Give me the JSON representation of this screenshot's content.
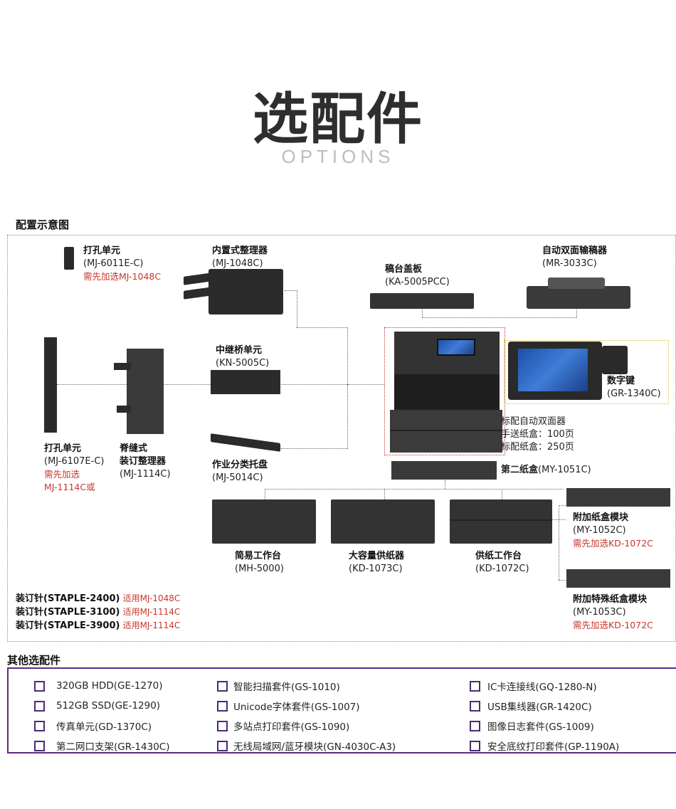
{
  "header": {
    "title": "选配件",
    "subtitle": "OPTIONS"
  },
  "diagram": {
    "section_title": "配置示意图",
    "items": [
      {
        "name": "打孔单元",
        "code": "(MJ-6011E-C)",
        "note": "需先加选MJ-1048C"
      },
      {
        "name": "内置式整理器",
        "code": "(MJ-1048C)"
      },
      {
        "name": "稿台盖板",
        "code": "(KA-5005PCC)"
      },
      {
        "name": "自动双面输稿器",
        "code": "(MR-3033C)"
      },
      {
        "name": "中继桥单元",
        "code": "(KN-5005C)"
      },
      {
        "name": "数字键",
        "code": "(GR-1340C)"
      },
      {
        "name": "作业分类托盘",
        "code": "(MJ-5014C)"
      },
      {
        "name": "打孔单元",
        "code": "(MJ-6107E-C)",
        "note": "需先加选",
        "note2": "MJ-1114C或"
      },
      {
        "name": "脊缝式",
        "name2": "装订整理器",
        "code": "(MJ-1114C)"
      },
      {
        "name": "第二纸盒",
        "code": "(MY-1051C)"
      },
      {
        "name": "简易工作台",
        "code": "(MH-5000)"
      },
      {
        "name": "大容量供纸器",
        "code": "(KD-1073C)"
      },
      {
        "name": "供纸工作台",
        "code": "(KD-1072C)"
      },
      {
        "name": "附加纸盒模块",
        "code": "(MY-1052C)",
        "note": "需先加选KD-1072C"
      },
      {
        "name": "附加特殊纸盒模块",
        "code": "(MY-1053C)",
        "note": "需先加选KD-1072C"
      }
    ],
    "standard": [
      "标配自动双面器",
      "手送纸盒：100页",
      "标配纸盒：250页"
    ],
    "staples": [
      {
        "label": "装订针(STAPLE-2400)",
        "note": "适用MJ-1048C"
      },
      {
        "label": "装订针(STAPLE-3100)",
        "note": "适用MJ-1114C"
      },
      {
        "label": "装订针(STAPLE-3900)",
        "note": "适用MJ-1114C"
      }
    ]
  },
  "other_options": {
    "section_title": "其他选配件",
    "columns": [
      [
        "320GB  HDD(GE-1270)",
        "512GB   SSD(GE-1290)",
        "传真单元(GD-1370C)",
        "第二网口支架(GR-1430C)"
      ],
      [
        "智能扫描套件(GS-1010)",
        "Unicode字体套件(GS-1007)",
        "多站点打印套件(GS-1090)",
        "无线局域网/蓝牙模块(GN-4030C-A3)"
      ],
      [
        "IC卡连接线(GQ-1280-N)",
        "USB集线器(GR-1420C)",
        "图像日志套件(GS-1009)",
        "安全底纹打印套件(GP-1190A)"
      ]
    ]
  }
}
